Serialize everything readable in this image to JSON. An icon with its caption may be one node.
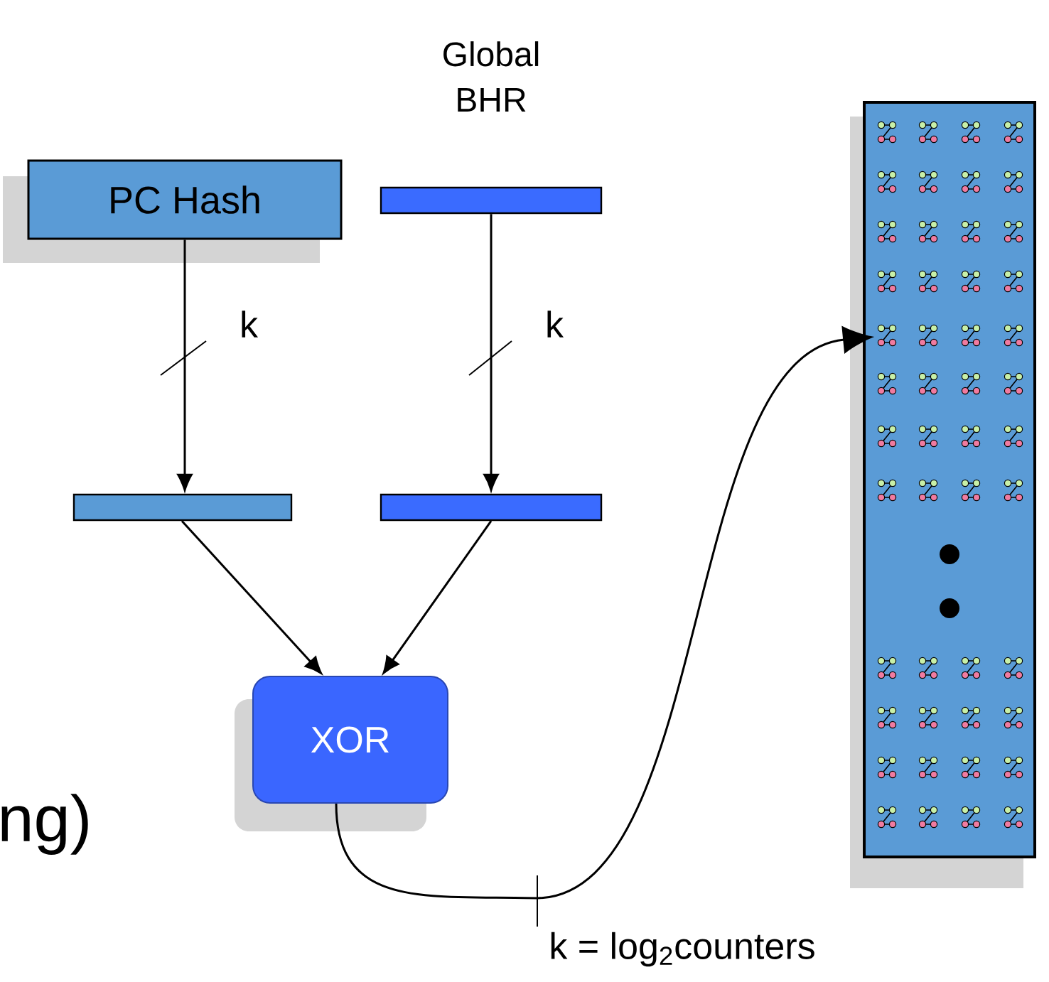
{
  "diagram": {
    "nodes": [
      {
        "text": [
          "PC Hash"
        ]
      },
      {
        "text": [
          "Global BHR"
        ]
      },
      {
        "text": [],
        "shape": "bar"
      },
      {
        "text": [],
        "shape": "bar"
      },
      {
        "text": [
          "XOR"
        ]
      },
      {
        "text": [],
        "shape": "box"
      }
    ],
    "edges": [
      {
        "from": 0,
        "to": 2,
        "arrow": "to",
        "label": "k"
      },
      {
        "from": 1,
        "to": 3,
        "arrow": "to",
        "label": "k"
      },
      {
        "from": 2,
        "to": 4,
        "arrow": "to"
      },
      {
        "from": 3,
        "to": 4,
        "arrow": "to"
      },
      {
        "from": 4,
        "to": 5,
        "arrow": "to",
        "label": "k = log$_{2}$counters"
      }
    ],
    "labels": [
      "ng)"
    ]
  }
}
